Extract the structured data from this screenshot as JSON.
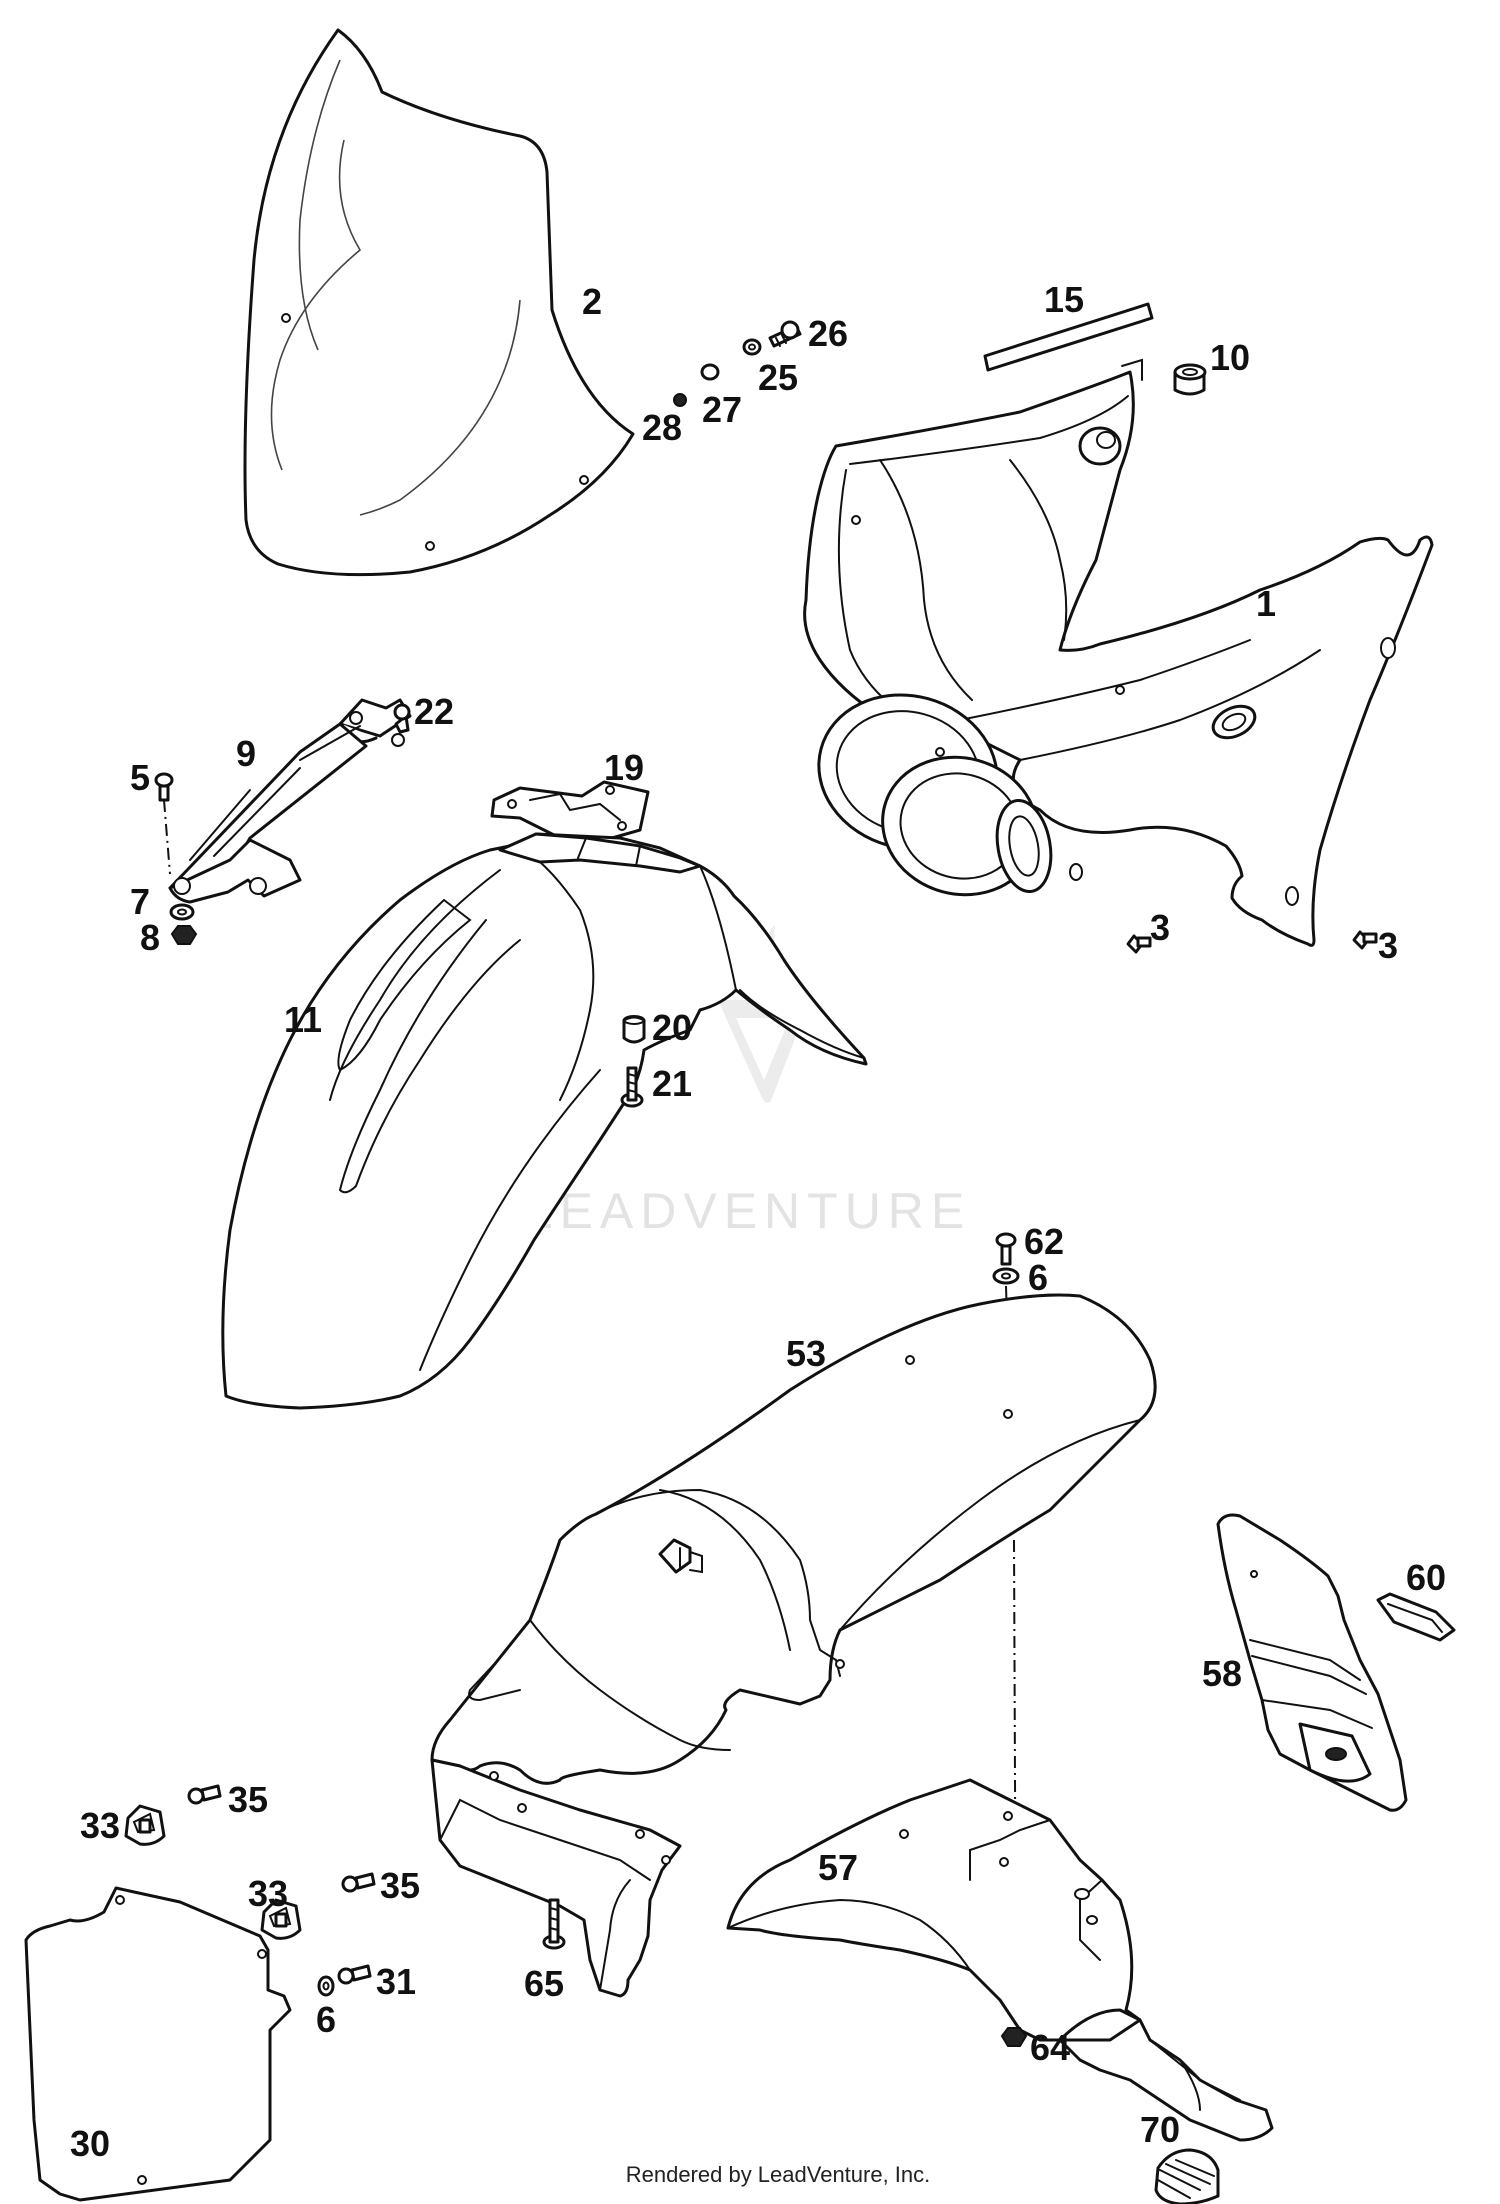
{
  "diagram": {
    "watermark": "LEADVENTURE",
    "credit": "Rendered by LeadVenture, Inc.",
    "callouts": [
      "1",
      "2",
      "3",
      "3",
      "5",
      "6",
      "6",
      "7",
      "8",
      "9",
      "10",
      "11",
      "15",
      "19",
      "20",
      "21",
      "22",
      "25",
      "26",
      "27",
      "28",
      "30",
      "31",
      "33",
      "33",
      "35",
      "35",
      "53",
      "57",
      "58",
      "60",
      "62",
      "64",
      "65",
      "70"
    ]
  }
}
